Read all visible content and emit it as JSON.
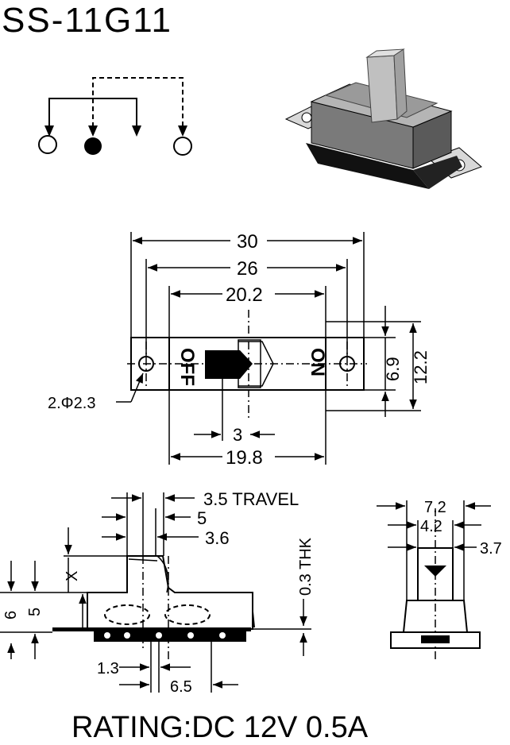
{
  "title": "SS-11G11",
  "rating": "RATING:DC 12V 0.5A",
  "top_view": {
    "dim_overall": "30",
    "dim_holes": "26",
    "dim_slot": "20.2",
    "dim_height_inner": "6.9",
    "dim_height_outer": "12.2",
    "dim_hole_dia": "2.Φ2.3",
    "dim_knob": "3",
    "dim_body": "19.8",
    "label_off": "OFF",
    "label_on": "ON"
  },
  "side_view": {
    "travel": "3.5 TRAVEL",
    "dim_5": "5",
    "dim_3_6": "3.6",
    "thickness": "0.3 THK",
    "dim_x": "X",
    "dim_6": "6",
    "dim_5b": "5",
    "dim_1_3": "1.3",
    "dim_6_5": "6.5"
  },
  "end_view": {
    "dim_7_2": "7.2",
    "dim_4_2": "4.2",
    "dim_3_7": "3.7"
  }
}
